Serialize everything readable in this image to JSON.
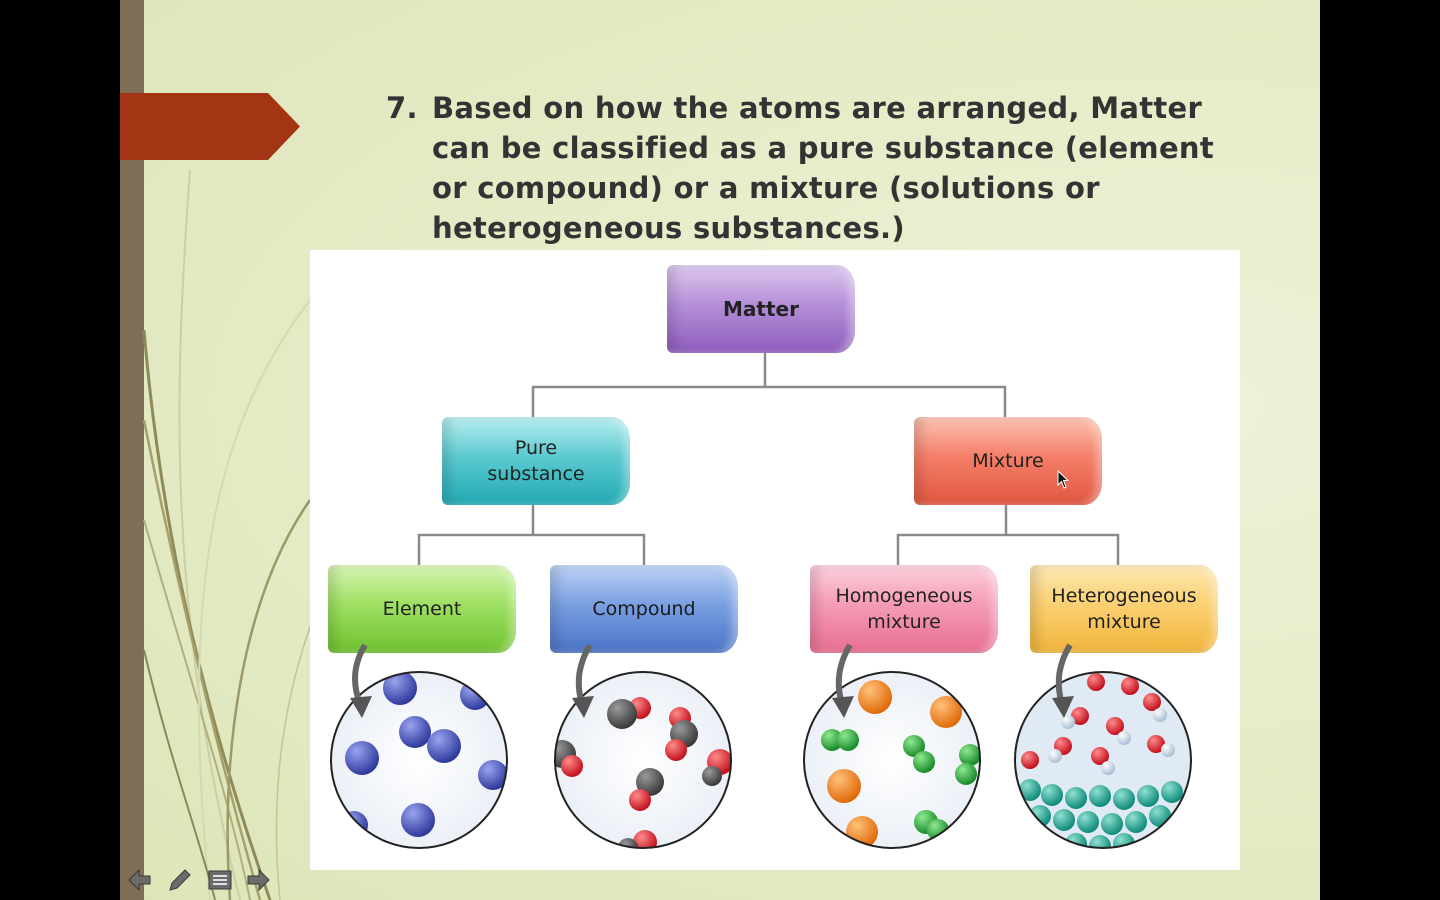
{
  "slide": {
    "number": "7.",
    "text": "Based on how the atoms are arranged, Matter can be classified as a pure substance (element or compound) or  a mixture (solutions or heterogeneous substances.)"
  },
  "diagram": {
    "matter": "Matter",
    "pure_substance": "Pure\nsubstance",
    "mixture": "Mixture",
    "element": "Element",
    "compound": "Compound",
    "homogeneous": "Homogeneous\nmixture",
    "heterogeneous": "Heterogeneous\nmixture"
  },
  "colors": {
    "banner": "#a33414",
    "left_bar": "#7d6f55",
    "matter": "#a77ad0",
    "pure_substance": "#3fbac3",
    "mixture": "#ec6b52",
    "element": "#8fd64f",
    "compound": "#5f87d6",
    "homogeneous": "#f08aa7",
    "heterogeneous": "#f8c457"
  },
  "toolbar": {
    "icons": [
      "back-arrow-icon",
      "pen-icon",
      "menu-icon",
      "forward-arrow-icon"
    ]
  }
}
